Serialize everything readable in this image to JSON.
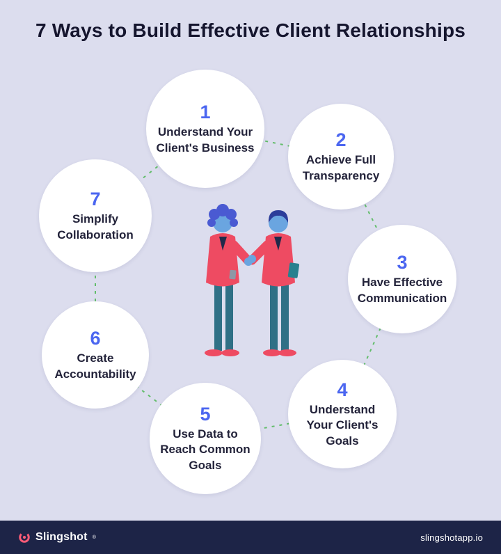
{
  "title": "7 Ways to Build Effective Client Relationships",
  "steps": [
    {
      "number": "1",
      "label": "Understand Your Client's Business"
    },
    {
      "number": "2",
      "label": "Achieve Full Transparency"
    },
    {
      "number": "3",
      "label": "Have Effective Communication"
    },
    {
      "number": "4",
      "label": "Understand Your Client's Goals"
    },
    {
      "number": "5",
      "label": "Use Data to Reach Common Goals"
    },
    {
      "number": "6",
      "label": "Create Accountability"
    },
    {
      "number": "7",
      "label": "Simplify Collaboration"
    }
  ],
  "footer": {
    "brand": "Slingshot",
    "registered_mark": "®",
    "website": "slingshotapp.io"
  },
  "colors": {
    "background": "#dcddee",
    "accent_number": "#4b66f0",
    "connector": "#62bd6a",
    "footer_background": "#1d2447",
    "title_text": "#15152e",
    "label_text": "#23233a"
  },
  "icons": {
    "logo": "slingshot-logo-icon",
    "illustration": "handshake-illustration"
  }
}
